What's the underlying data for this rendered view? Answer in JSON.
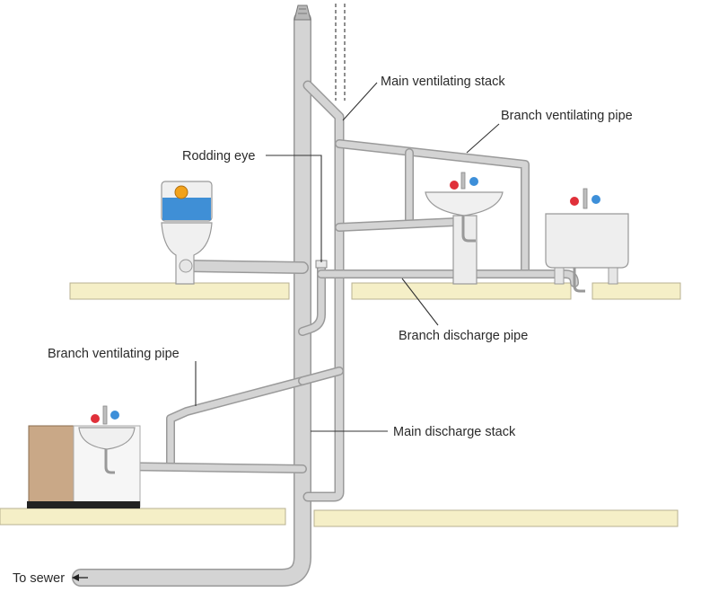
{
  "labels": {
    "main_ventilating_stack": "Main ventilating stack",
    "branch_ventilating_pipe_upper": "Branch ventilating pipe",
    "rodding_eye": "Rodding eye",
    "branch_discharge_pipe": "Branch discharge pipe",
    "branch_ventilating_pipe_lower": "Branch ventilating pipe",
    "main_discharge_stack": "Main discharge stack",
    "to_sewer": "To sewer"
  },
  "colors": {
    "pipe": "#d4d4d4",
    "pipe_outline": "#9a9a9a",
    "floor": "#f5efc7",
    "floor_outline": "#b8b090",
    "cistern_water": "#3f8fd6",
    "float_ball": "#f2a21b",
    "hot_tap": "#e0303a",
    "cold_tap": "#3d8fd9",
    "cabinet": "#c9a887"
  }
}
